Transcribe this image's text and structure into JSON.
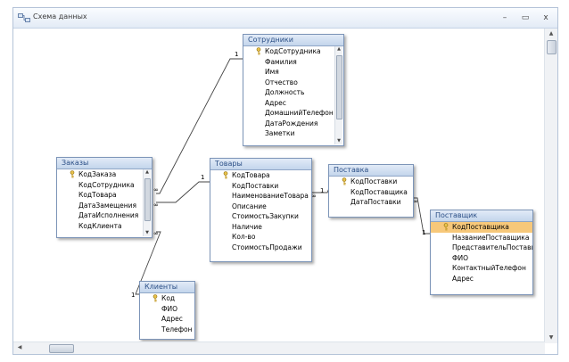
{
  "window": {
    "title": "Схема данных",
    "buttons": {
      "minimize": "–",
      "restore": "▭",
      "close": "x"
    }
  },
  "tables": {
    "employees": {
      "title": "Сотрудники",
      "fields": [
        "КодСотрудника",
        "Фамилия",
        "Имя",
        "Отчество",
        "Должность",
        "Адрес",
        "ДомашнийТелефон",
        "ДатаРождения",
        "Заметки"
      ],
      "key_field": "КодСотрудника"
    },
    "orders": {
      "title": "Заказы",
      "fields": [
        "КодЗаказа",
        "КодСотрудника",
        "КодТовара",
        "ДатаЗамещения",
        "ДатаИсполнения",
        "КодКлиента"
      ],
      "key_field": "КодЗаказа"
    },
    "goods": {
      "title": "Товары",
      "fields": [
        "КодТовара",
        "КодПоставки",
        "НаименованиеТовара",
        "Описание",
        "СтоимостьЗакупки",
        "Наличие",
        "Кол-во",
        "СтоимостьПродажи"
      ],
      "key_field": "КодТовара"
    },
    "supply": {
      "title": "Поставка",
      "fields": [
        "КодПоставки",
        "КодПоставщика",
        "ДатаПоставки"
      ],
      "key_field": "КодПоставки"
    },
    "supplier": {
      "title": "Поставщик",
      "fields": [
        "КодПоставщика",
        "НазваниеПоставщика",
        "ПредставительПоставщ",
        "ФИО",
        "КонтактныйТелефон",
        "Адрес"
      ],
      "key_field": "КодПоставщика",
      "selected_field": "КодПоставщика"
    },
    "clients": {
      "title": "Клиенты",
      "fields": [
        "Код",
        "ФИО",
        "Адрес",
        "Телефон"
      ],
      "key_field": "Код"
    }
  },
  "relations": {
    "one_label": "1",
    "many_label": "∞"
  },
  "colors": {
    "header_text": "#2b4f86",
    "selected_field": "#f7c87a",
    "border": "#7d95b8"
  },
  "icons": [
    "key-icon",
    "schema-icon",
    "scroll-up-icon",
    "scroll-down-icon"
  ]
}
